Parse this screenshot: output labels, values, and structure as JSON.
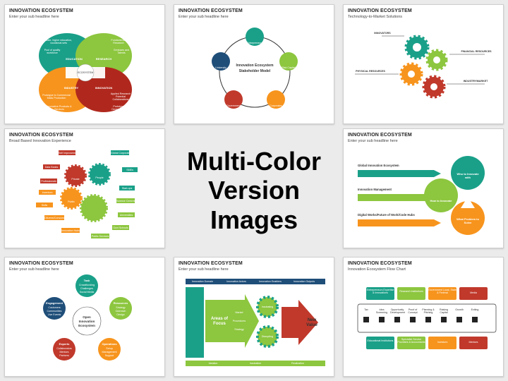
{
  "center": {
    "line1": "Multi-Color",
    "line2": "Version Images"
  },
  "slides": [
    {
      "title": "INNOVATION ECOSYSTEM",
      "subtitle": "Enter your sub headline here",
      "center": "ECOSYSTEM",
      "petals": [
        "EDUCATION",
        "RESEARCH",
        "INDUSTRY",
        "INNOVATION"
      ],
      "notes": [
        "State, higher education, vocational sets",
        "Pool of quality workforce",
        "Fundamental Research",
        "Geniuses and Talents",
        "Prototype to Commercial Mass Production",
        "Innovative Products & Services",
        "Applied Research Potential Collaborations",
        "Prototypes Development Branding"
      ]
    },
    {
      "title": "INNOVATION ECOSYSTEM",
      "subtitle": "Enter your sub headline here",
      "center1": "Innovation Ecosystem",
      "center2": "Stakeholder Model",
      "nodes": [
        "Entrepreneurs",
        "Risk Capital",
        "Corporates",
        "Government",
        "University"
      ]
    },
    {
      "title": "INNOVATION ECOSYSTEM",
      "subtitle": "Technology-to-Market Solutions",
      "heads": [
        "INNOVATORS",
        "FINANCIAL RESOURCES",
        "PHYSICAL RESOURCES",
        "INDUSTRY/MARKET"
      ]
    },
    {
      "title": "INNOVATION ECOSYSTEM",
      "subtitle": "Broad Based Innovation Experience",
      "hubs": [
        "Private",
        "People",
        "Public"
      ],
      "tags": [
        "Self Improvement",
        "Data Banks",
        "Professionals",
        "Inventors",
        "Skills",
        "Citizens/Consumers",
        "Innovation Hubs",
        "Global Corporations",
        "SMEs",
        "Start-ups",
        "Science Centres",
        "Universities",
        "Govt Schools",
        "Public Services"
      ]
    },
    {
      "title": "INNOVATION ECOSYSTEM",
      "subtitle": "Enter your sub headline here",
      "rows": [
        "Global Innovation Ecosystem",
        "Innovation Management",
        "Digital Works/Future of Work/Code Hubs"
      ],
      "circles": [
        "Who to Innovate with",
        "How to Innovate",
        "What Problem to Solve"
      ]
    },
    {
      "title": "INNOVATION ECOSYSTEM",
      "subtitle": "Enter your sub headline here",
      "center1": "Open",
      "center2": "Innovation",
      "center3": "Ecosystem",
      "nodes": [
        {
          "head": "Task",
          "items": [
            "Crowdfunding",
            "Challenges",
            "Social Media"
          ]
        },
        {
          "head": "Resources",
          "items": [
            "Strategy",
            "Outreach",
            "Design"
          ]
        },
        {
          "head": "Operations",
          "items": [
            "Setup",
            "Management",
            "Support"
          ]
        },
        {
          "head": "Experts",
          "items": [
            "Collaborators",
            "Mentors",
            "Partners"
          ]
        },
        {
          "head": "Engagement",
          "items": [
            "Customers",
            "Communities",
            "Live Events"
          ]
        }
      ]
    },
    {
      "title": "INNOVATION ECOSYSTEM",
      "subtitle": "Enter your sub headline here",
      "top": [
        "Innovation Domain",
        "Innovation Actors",
        "Innovation Enablers",
        "Innovation Outputs"
      ],
      "areas": "Areas of Focus",
      "gears": [
        "Incubating",
        "Disrupting"
      ],
      "value": "New Value",
      "mid": [
        "Market",
        "Procedures",
        "Strategy"
      ],
      "bottom": [
        "Ideation",
        "Incubation",
        "Realization"
      ]
    },
    {
      "title": "INNOVATION ECOSYSTEM",
      "subtitle": "Innovation Ecosystem Flow Chart",
      "top": [
        "Entrepreneurs Expertise & Innovations",
        "Research Institutions",
        "Government Local, State & Federal",
        "Media"
      ],
      "steps": [
        "Tax",
        "Idea Screening",
        "Opportunity Development",
        "Proof of Concept",
        "Planning & Pitching",
        "Raising Capital",
        "Growth",
        "Exiting"
      ],
      "bottom": [
        "Educational Institutions",
        "Specialist Service Providers & Accountants",
        "Investors",
        "Mentors"
      ]
    }
  ],
  "colors": {
    "green": "#8dc63f",
    "teal": "#1aa089",
    "orange": "#f7941d",
    "red": "#c0392b",
    "blue": "#1f4e79",
    "gray": "#7f7f7f"
  }
}
